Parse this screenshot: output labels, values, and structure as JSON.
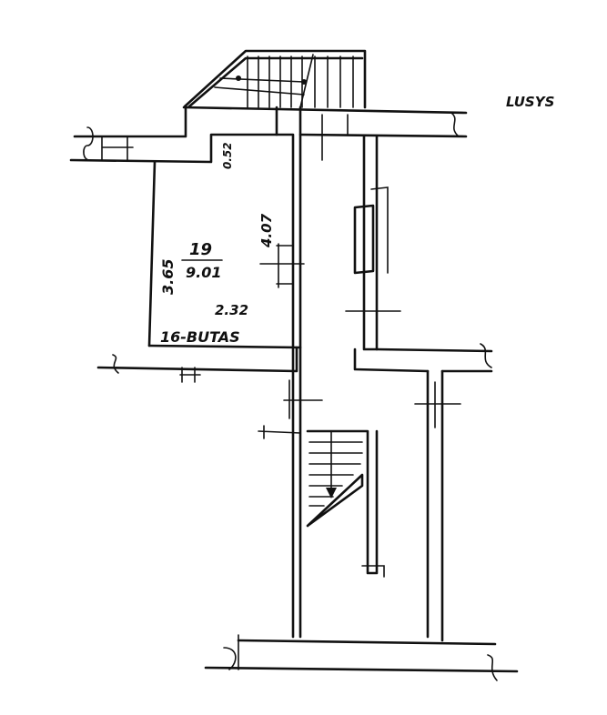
{
  "plan": {
    "stair_label": "LUSYS",
    "room": {
      "number": "19",
      "area": "9.01",
      "width": "2.32",
      "length": "3.65",
      "depth": "4.07",
      "door_width": "0.52",
      "unit_label": "16-BUTAS"
    }
  },
  "colors": {
    "ink": "#111111",
    "paper": "#ffffff"
  }
}
